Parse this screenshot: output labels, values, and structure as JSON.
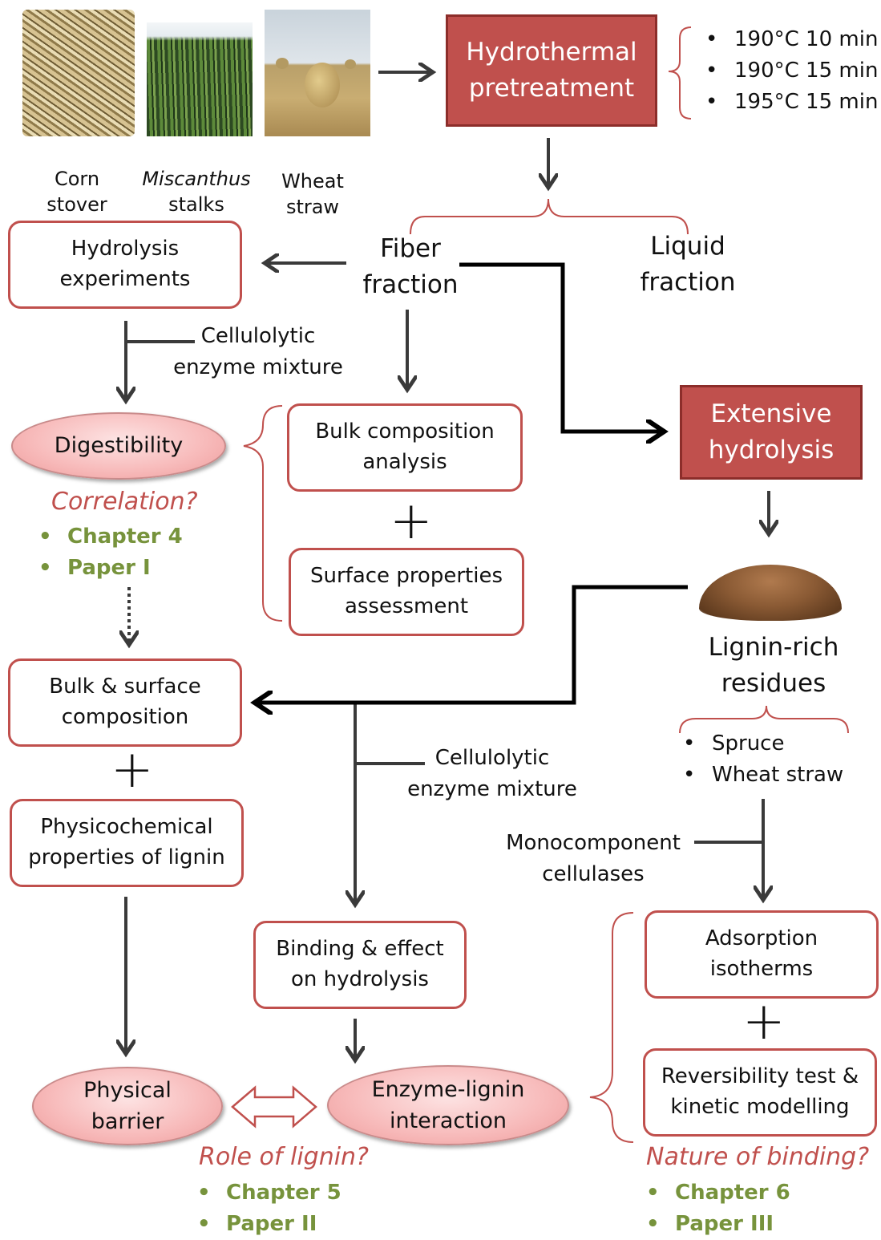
{
  "feedstocks": [
    {
      "line1": "Corn",
      "line2": "stover"
    },
    {
      "line1": "Miscanthus",
      "line2": "stalks"
    },
    {
      "line1": "Wheat",
      "line2": "straw"
    }
  ],
  "hydrothermal": "Hydrothermal\npretreatment",
  "conditions": [
    "190°C 10 min",
    "190°C 15 min",
    "195°C 15 min"
  ],
  "fiber": "Fiber\nfraction",
  "liquid": "Liquid\nfraction",
  "hydrolysis_exp": "Hydrolysis\nexperiments",
  "enzyme_mix_1": "Cellulolytic\nenzyme mixture",
  "digestibility": "Digestibility",
  "bulk_analysis": "Bulk composition\nanalysis",
  "surface_assess": "Surface properties\nassessment",
  "correlation": "Correlation?",
  "corr_refs": [
    "Chapter 4",
    "Paper I"
  ],
  "extensive": "Extensive\nhydrolysis",
  "lignin_rich": "Lignin-rich\nresidues",
  "residue_types": [
    "Spruce",
    "Wheat straw"
  ],
  "bulk_surface": "Bulk & surface\ncomposition",
  "physchem": "Physicochemical\nproperties of lignin",
  "enzyme_mix_2": "Cellulolytic\nenzyme mixture",
  "monocomponent": "Monocomponent\ncellulases",
  "adsorption": "Adsorption\nisotherms",
  "reversibility": "Reversibility test &\nkinetic modelling",
  "binding_effect": "Binding & effect\non hydrolysis",
  "physical_barrier": "Physical\nbarrier",
  "enzyme_lignin": "Enzyme-lignin\ninteraction",
  "role": "Role of lignin?",
  "role_refs": [
    "Chapter 5",
    "Paper II"
  ],
  "nature": "Nature of binding?",
  "nature_refs": [
    "Chapter 6",
    "Paper III"
  ],
  "plus": "+",
  "colors": {
    "accent": "#c0504d",
    "green": "#77933c",
    "arrow": "#3a3a3a"
  }
}
